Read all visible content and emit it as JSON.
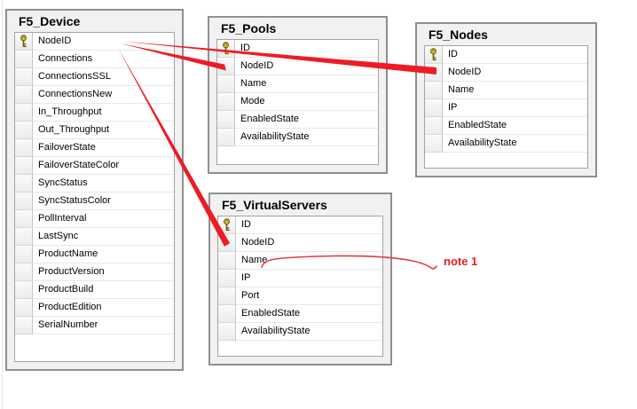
{
  "tables": [
    {
      "title": "F5_Device",
      "fields": [
        {
          "name": "NodeID",
          "pk": true
        },
        {
          "name": "Connections",
          "pk": false
        },
        {
          "name": "ConnectionsSSL",
          "pk": false
        },
        {
          "name": "ConnectionsNew",
          "pk": false
        },
        {
          "name": "In_Throughput",
          "pk": false
        },
        {
          "name": "Out_Throughput",
          "pk": false
        },
        {
          "name": "FailoverState",
          "pk": false
        },
        {
          "name": "FailoverStateColor",
          "pk": false
        },
        {
          "name": "SyncStatus",
          "pk": false
        },
        {
          "name": "SyncStatusColor",
          "pk": false
        },
        {
          "name": "PollInterval",
          "pk": false
        },
        {
          "name": "LastSync",
          "pk": false
        },
        {
          "name": "ProductName",
          "pk": false
        },
        {
          "name": "ProductVersion",
          "pk": false
        },
        {
          "name": "ProductBuild",
          "pk": false
        },
        {
          "name": "ProductEdition",
          "pk": false
        },
        {
          "name": "SerialNumber",
          "pk": false
        }
      ]
    },
    {
      "title": "F5_Pools",
      "fields": [
        {
          "name": "ID",
          "pk": true
        },
        {
          "name": "NodeID",
          "pk": false
        },
        {
          "name": "Name",
          "pk": false
        },
        {
          "name": "Mode",
          "pk": false
        },
        {
          "name": "EnabledState",
          "pk": false
        },
        {
          "name": "AvailabilityState",
          "pk": false
        }
      ]
    },
    {
      "title": "F5_Nodes",
      "fields": [
        {
          "name": "ID",
          "pk": true
        },
        {
          "name": "NodeID",
          "pk": false
        },
        {
          "name": "Name",
          "pk": false
        },
        {
          "name": "IP",
          "pk": false
        },
        {
          "name": "EnabledState",
          "pk": false
        },
        {
          "name": "AvailabilityState",
          "pk": false
        }
      ]
    },
    {
      "title": "F5_VirtualServers",
      "fields": [
        {
          "name": "ID",
          "pk": true
        },
        {
          "name": "NodeID",
          "pk": false
        },
        {
          "name": "Name",
          "pk": false
        },
        {
          "name": "IP",
          "pk": false
        },
        {
          "name": "Port",
          "pk": false
        },
        {
          "name": "EnabledState",
          "pk": false
        },
        {
          "name": "AvailabilityState",
          "pk": false
        }
      ]
    }
  ],
  "annotation": {
    "note_label": "note 1"
  },
  "icons": {
    "primary_key": "key-icon"
  },
  "colors": {
    "annotation_red": "#ed1c24",
    "squiggle_red": "#e23d3d",
    "table_border": "#8f8f8f",
    "table_bg": "#f1f1f1",
    "key_gold": "#ffe34d"
  }
}
